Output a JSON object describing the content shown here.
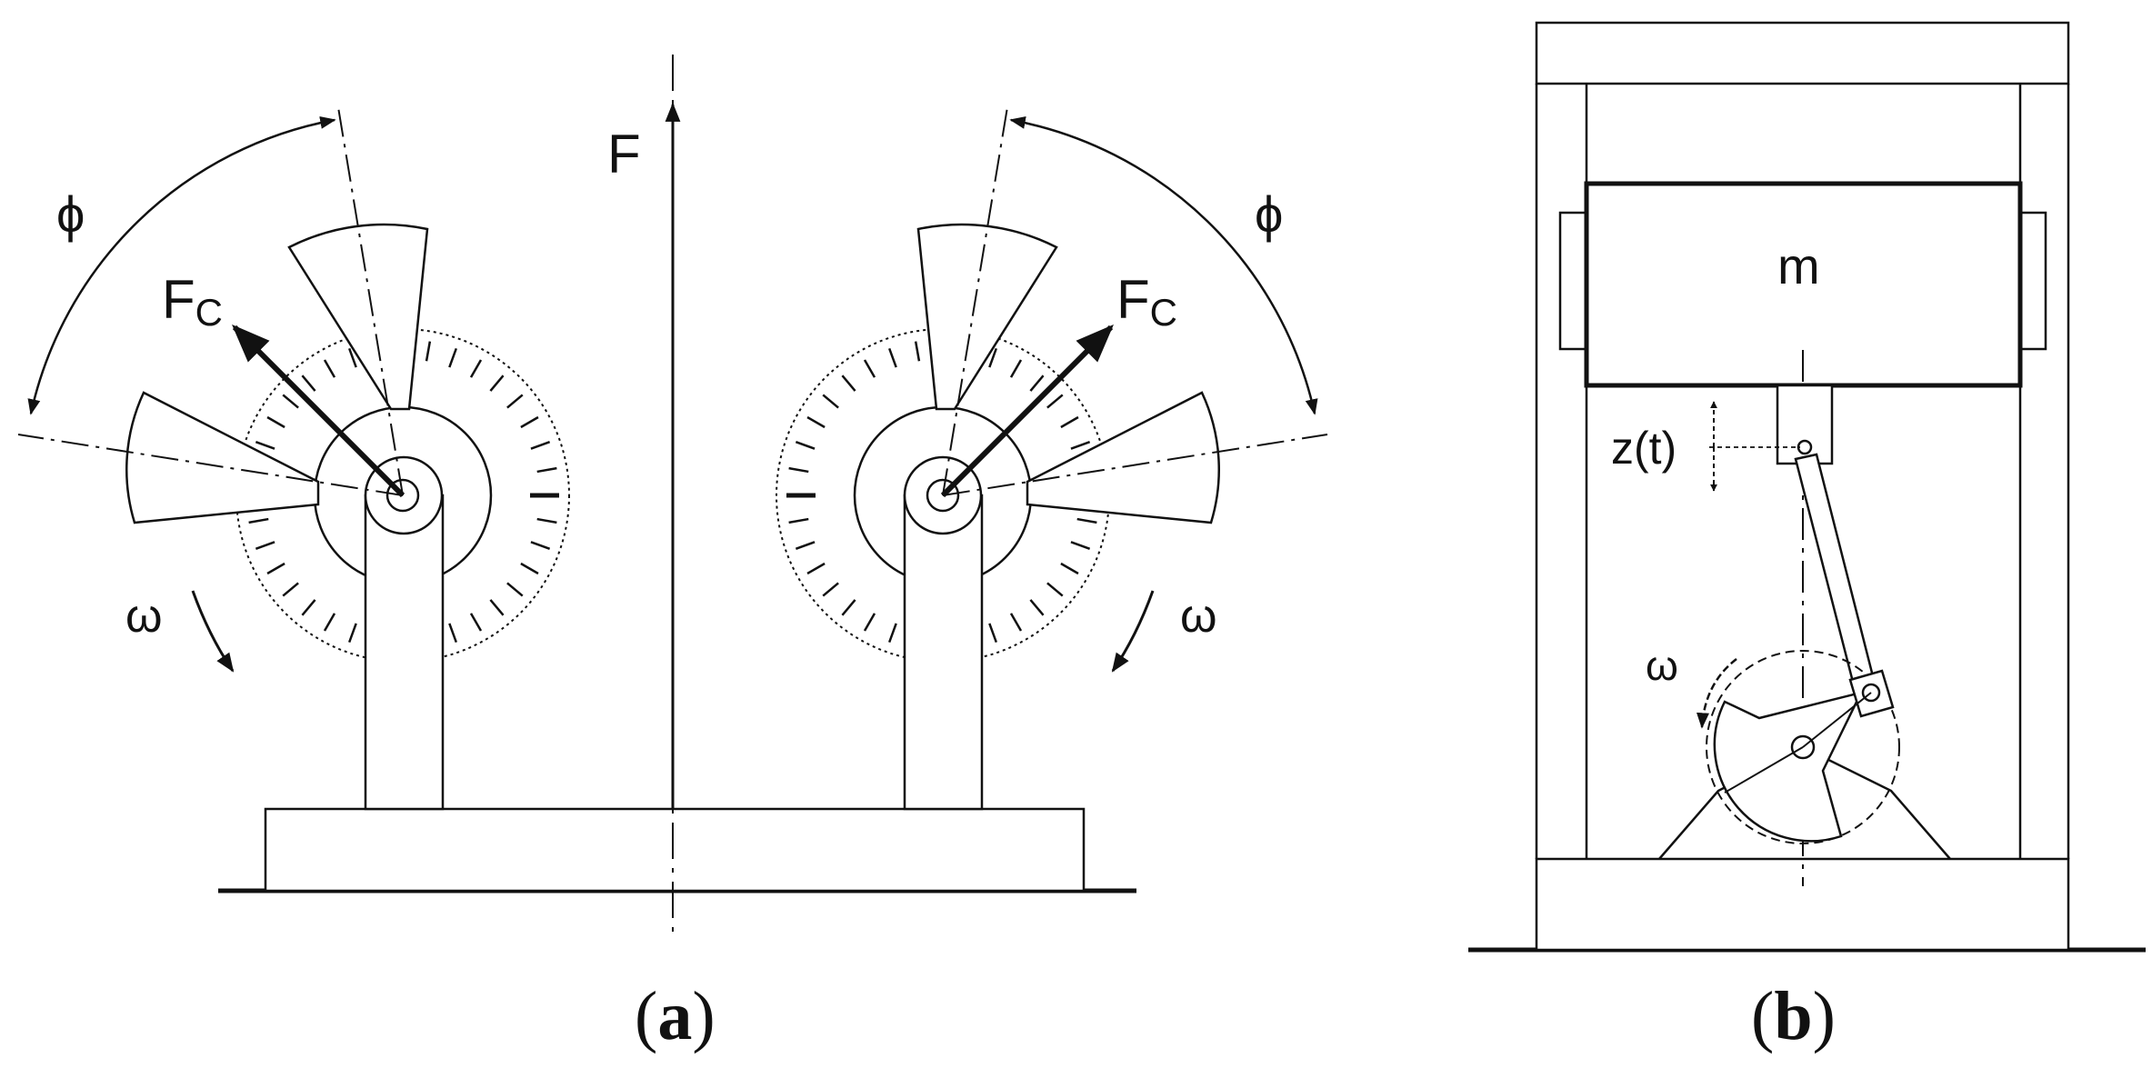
{
  "panel_a": {
    "caption_open": "(",
    "caption_letter": "a",
    "caption_close": ")",
    "label_force": "F",
    "label_centrifugal_base": "F",
    "label_centrifugal_sub": "C",
    "label_angle": "ϕ",
    "label_omega": "ω"
  },
  "panel_b": {
    "caption_open": "(",
    "caption_letter": "b",
    "caption_close": ")",
    "label_mass": "m",
    "label_displacement": "z(t)",
    "label_omega": "ω"
  }
}
